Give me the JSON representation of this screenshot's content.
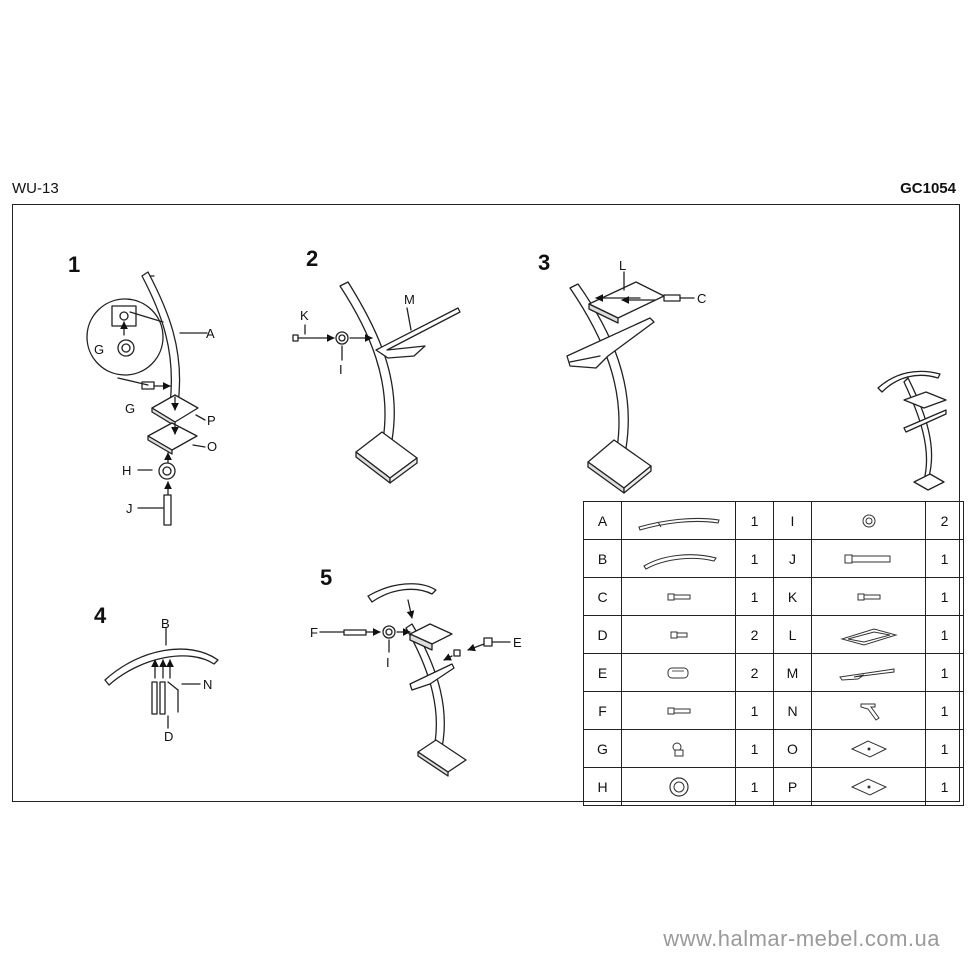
{
  "header": {
    "model_code": "WU-13",
    "product_code": "GC1054"
  },
  "steps": [
    "1",
    "2",
    "3",
    "4",
    "5"
  ],
  "labels": {
    "s1": [
      "A",
      "G",
      "G",
      "P",
      "O",
      "H",
      "J"
    ],
    "s2": [
      "K",
      "M",
      "I"
    ],
    "s3": [
      "L",
      "C"
    ],
    "s4": [
      "B",
      "N",
      "D"
    ],
    "s5": [
      "F",
      "I",
      "E"
    ]
  },
  "parts": [
    {
      "letter": "A",
      "icon": "frame-tube-icon",
      "qty": "1",
      "letter2": "I",
      "icon2": "washer-icon",
      "qty2": "2"
    },
    {
      "letter": "B",
      "icon": "top-arc-icon",
      "qty": "1",
      "letter2": "J",
      "icon2": "long-bolt-icon",
      "qty2": "1"
    },
    {
      "letter": "C",
      "icon": "screw-icon",
      "qty": "1",
      "letter2": "K",
      "icon2": "screw-icon",
      "qty2": "1"
    },
    {
      "letter": "D",
      "icon": "small-screw-icon",
      "qty": "2",
      "letter2": "L",
      "icon2": "tray-icon",
      "qty2": "1"
    },
    {
      "letter": "E",
      "icon": "cap-icon",
      "qty": "2",
      "letter2": "M",
      "icon2": "trouser-bar-icon",
      "qty2": "1"
    },
    {
      "letter": "F",
      "icon": "screw-icon",
      "qty": "1",
      "letter2": "N",
      "icon2": "hex-key-icon",
      "qty2": "1"
    },
    {
      "letter": "G",
      "icon": "connector-icon",
      "qty": "1",
      "letter2": "O",
      "icon2": "plate-icon",
      "qty2": "1"
    },
    {
      "letter": "H",
      "icon": "large-washer-icon",
      "qty": "1",
      "letter2": "P",
      "icon2": "plate-icon",
      "qty2": "1"
    }
  ],
  "watermark": "www.halmar-mebel.com.ua"
}
